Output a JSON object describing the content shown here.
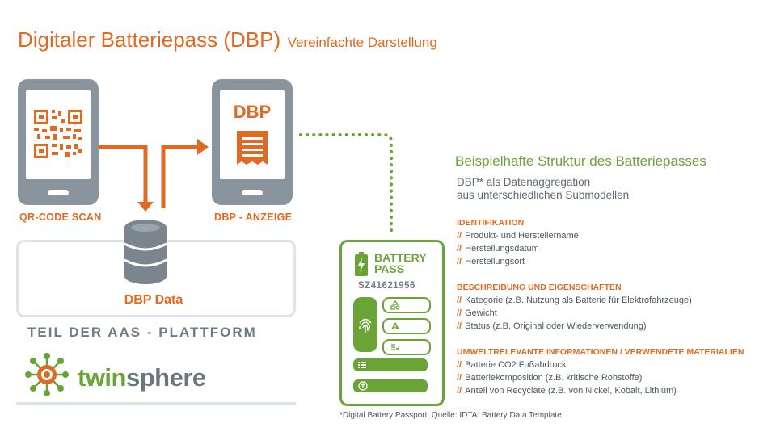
{
  "header": {
    "title": "Digitaler Batteriepass (DBP)",
    "subtitle": "Vereinfachte Darstellung"
  },
  "phones": {
    "scan_label": "QR-CODE SCAN",
    "display_label": "DBP - ANZEIGE",
    "display_screen_text": "DBP"
  },
  "platform": {
    "data_label": "DBP Data",
    "aas_label": "TEIL DER AAS - PLATTFORM",
    "logo_part1": "twin",
    "logo_part2": "sphere"
  },
  "battery_pass": {
    "title_line1": "BATTERY",
    "title_line2": "PASS",
    "id": "SZ41621956"
  },
  "structure": {
    "heading": "Beispielhafte Struktur des Batteriepasses",
    "intro_line1": "DBP* als Datenaggregation",
    "intro_line2": "aus unterschiedlichen Submodellen",
    "prefix": "//",
    "sections": [
      {
        "title": "IDENTIFIKATION",
        "items": [
          "Produkt- und Herstellername",
          "Herstellungsdatum",
          "Herstellungsort"
        ]
      },
      {
        "title": "BESCHREIBUNG UND EIGENSCHAFTEN",
        "items": [
          "Kategorie (z.B. Nutzung als Batterie für Elektrofahrzeuge)",
          "Gewicht",
          "Status (z.B. Original oder Wiederverwendung)"
        ]
      },
      {
        "title": "UMWELTRELEVANTE INFORMATIONEN / VERWENDETE MATERIALIEN",
        "items": [
          "Batterie CO2 Fußabdruck",
          "Batteriekomposition (z.B. kritische Rohstoffe)",
          "Anteil von Recyclate (z.B. von Nickel, Kobalt, Lithium)"
        ]
      }
    ]
  },
  "footnote": "*Digital Battery Passport, Quelle: IDTA: Battery Data Template",
  "colors": {
    "orange": "#e06a23",
    "green": "#6aa437",
    "gray": "#8a949c"
  }
}
